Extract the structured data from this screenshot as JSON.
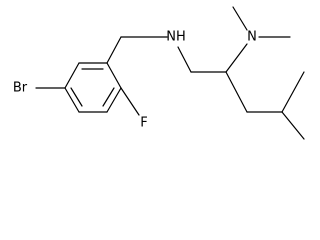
{
  "molecule": {
    "atoms": {
      "bromine": "Br",
      "fluorine": "F",
      "amine_nh": "NH",
      "dimethylamino_n": "N"
    },
    "colors": {
      "bond": "#000000",
      "text": "#000000",
      "background": "#ffffff"
    }
  }
}
